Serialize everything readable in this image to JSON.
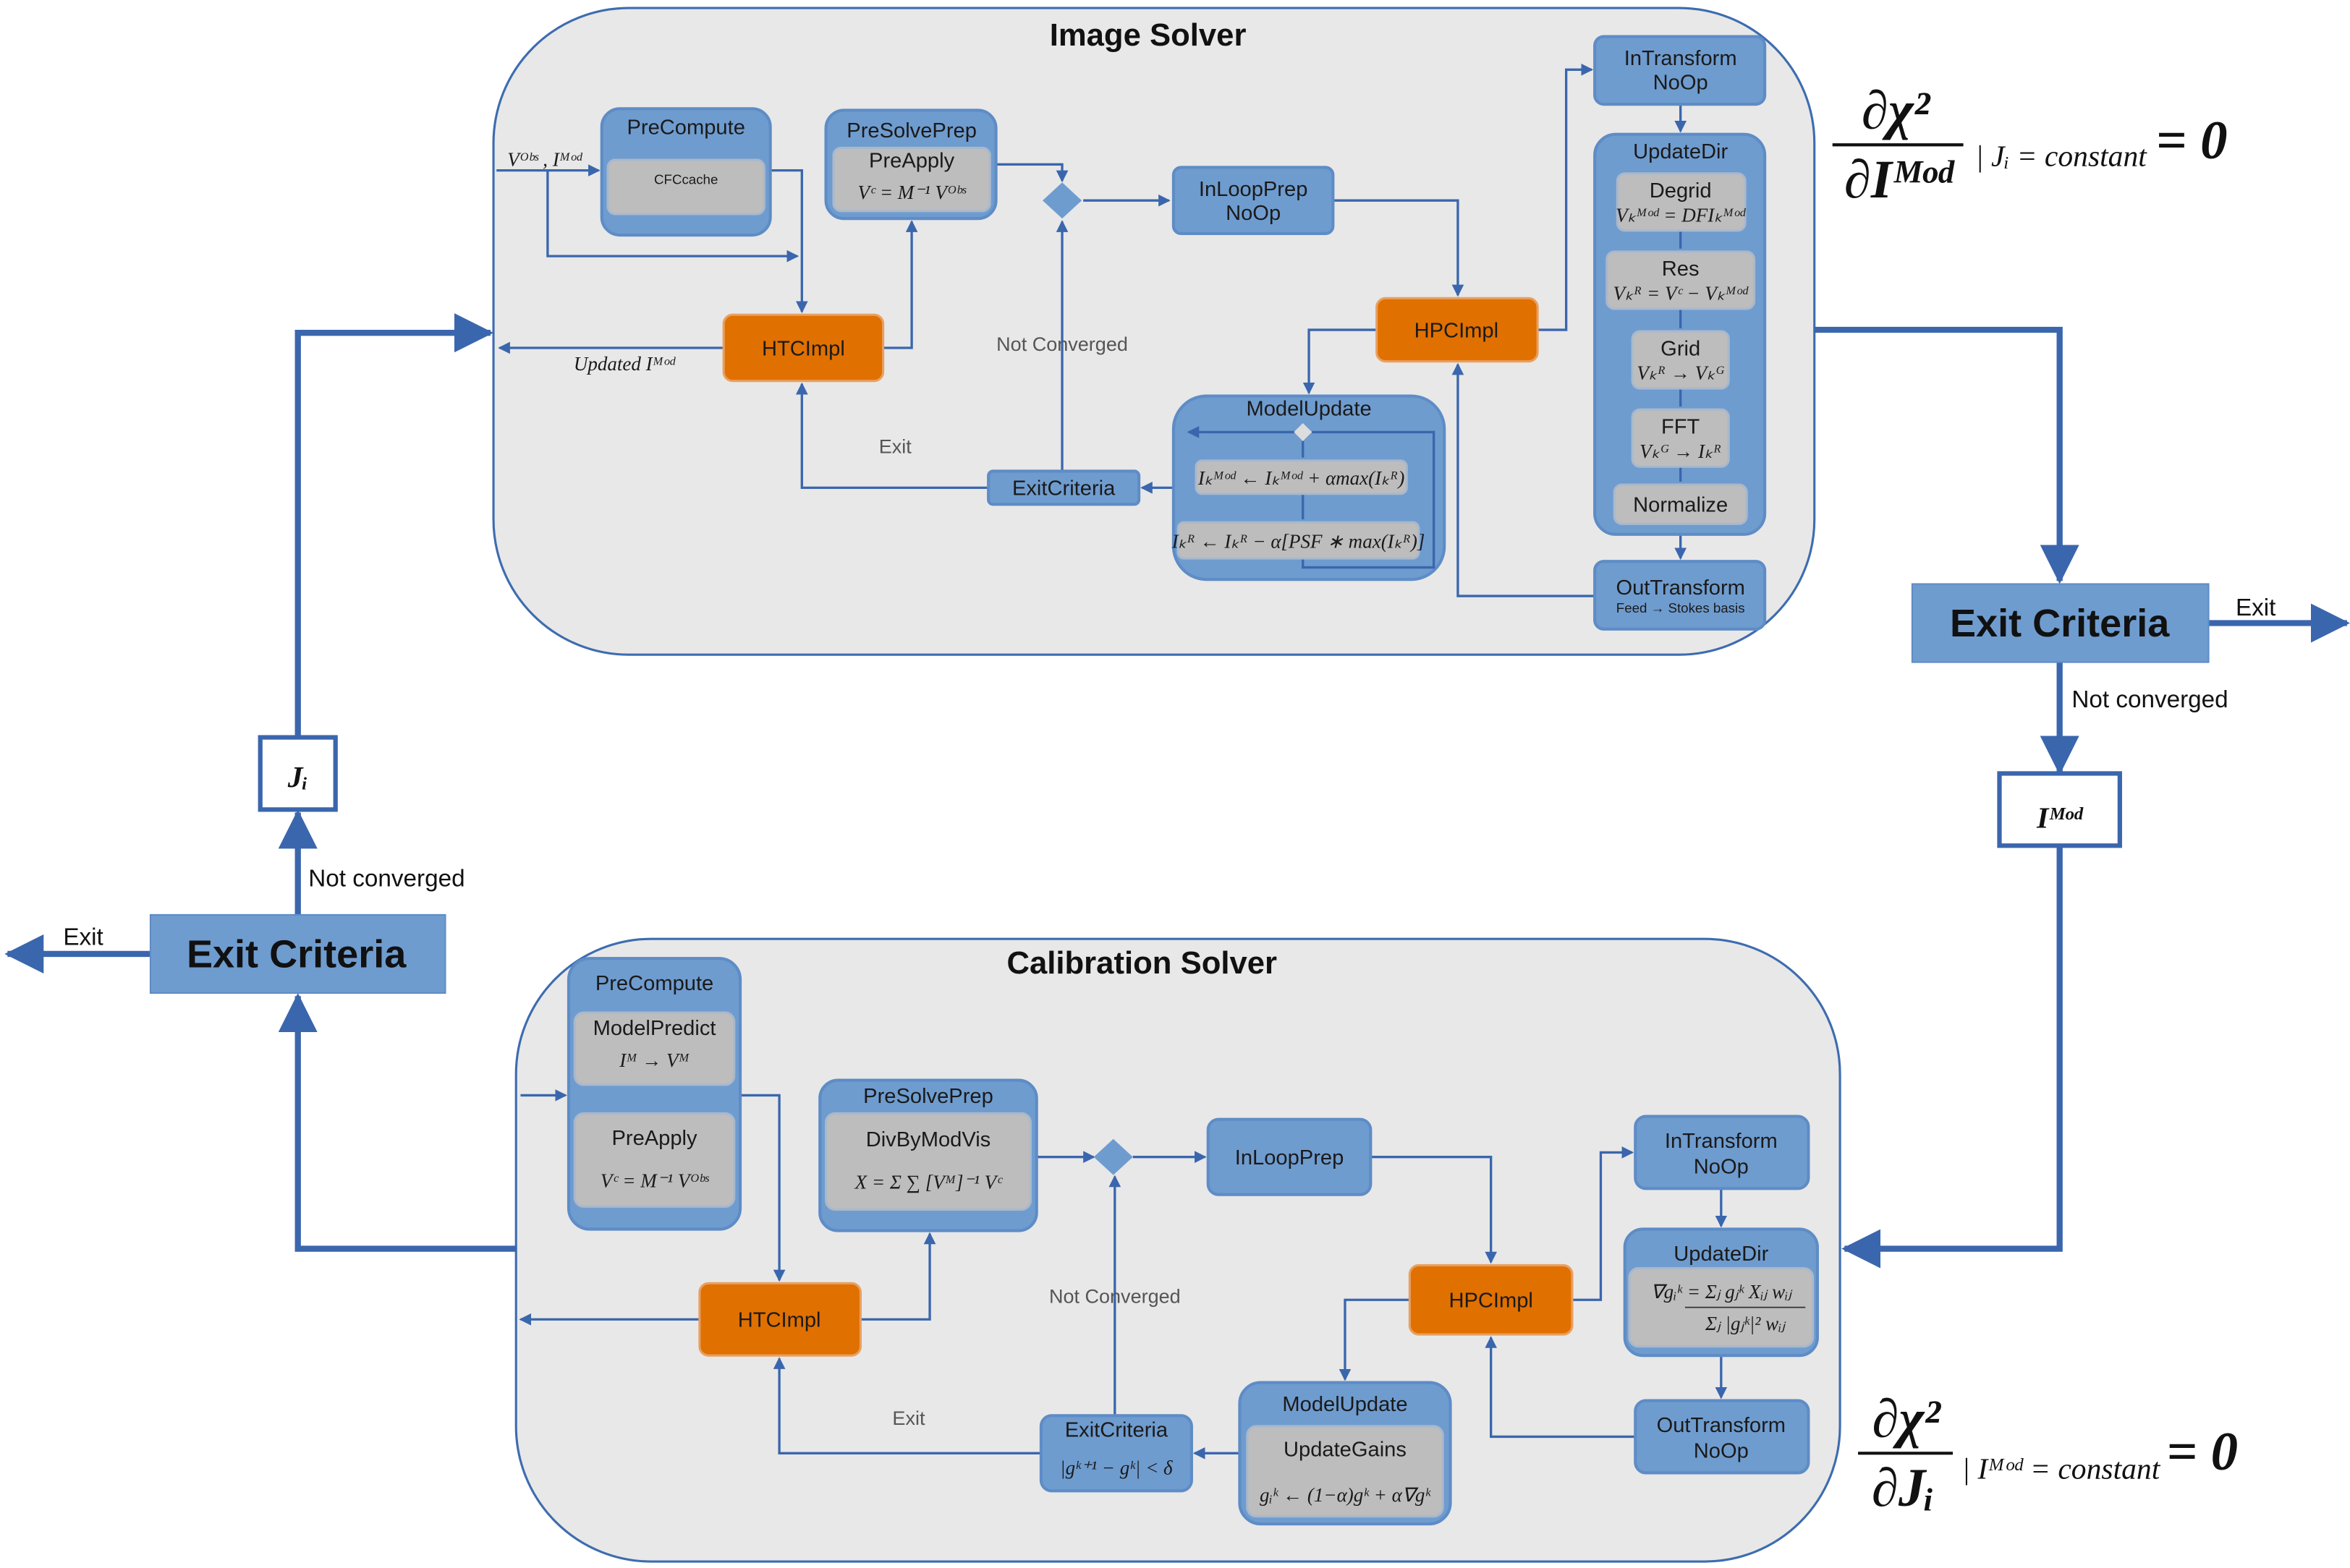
{
  "colors": {
    "panel": "#e8e8e8",
    "box_blue": "#6f9ccf",
    "box_gray": "#bdbdbd",
    "box_orange": "#e07000",
    "arrow": "#3a66ad"
  },
  "image_solver": {
    "title": "Image Solver",
    "input_label": "Vᴼᵇˢ , Iᴹᵒᵈ",
    "output_label": "Updated Iᴹᵒᵈ",
    "precompute": {
      "title": "PreCompute",
      "inner": "CFCcache"
    },
    "presolveprep": {
      "title": "PreSolvePrep",
      "inner": "PreApply",
      "formula": "Vᶜ = M⁻¹ Vᴼᵇˢ"
    },
    "inloopprep": {
      "title": "InLoopPrep",
      "sub": "NoOp"
    },
    "intransform": {
      "title": "InTransform",
      "sub": "NoOp"
    },
    "updatedir": {
      "title": "UpdateDir",
      "steps": [
        {
          "title": "Degrid",
          "formula": "Vₖᴹᵒᵈ = DFIₖᴹᵒᵈ"
        },
        {
          "title": "Res",
          "formula": "Vₖᴿ = Vᶜ − Vₖᴹᵒᵈ"
        },
        {
          "title": "Grid",
          "formula": "Vₖᴿ → Vₖᴳ"
        },
        {
          "title": "FFT",
          "formula": "Vₖᴳ → Iₖᴿ"
        },
        {
          "title": "Normalize"
        }
      ]
    },
    "outtransform": {
      "title": "OutTransform",
      "sub": "Feed → Stokes basis"
    },
    "hpcimpl": "HPCImpl",
    "htcimpl": "HTCImpl",
    "modelupdate": {
      "title": "ModelUpdate",
      "eq1": "Iₖᴹᵒᵈ ← Iₖᴹᵒᵈ + αmax(Iₖᴿ)",
      "eq2": "Iₖᴿ ← Iₖᴿ − α[PSF ∗ max(Iₖᴿ)]"
    },
    "exitcriteria": "ExitCriteria",
    "not_converged": "Not Converged",
    "exit": "Exit"
  },
  "calibration_solver": {
    "title": "Calibration Solver",
    "precompute": {
      "title": "PreCompute",
      "inner1": "ModelPredict",
      "formula1": "Iᴹ → Vᴹ",
      "inner2": "PreApply",
      "formula2": "Vᶜ = M⁻¹ Vᴼᵇˢ"
    },
    "presolveprep": {
      "title": "PreSolvePrep",
      "inner": "DivByModVis",
      "formula": "X = Σ ∑ [Vᴹ]⁻¹ Vᶜ"
    },
    "inloopprep": "InLoopPrep",
    "intransform": {
      "title": "InTransform",
      "sub": "NoOp"
    },
    "updatedir": {
      "title": "UpdateDir",
      "formula_num": "∇gᵢᵏ = Σⱼ gⱼᵏ Xᵢⱼ wᵢⱼ",
      "formula_den": "Σⱼ |gⱼᵏ|² wᵢⱼ"
    },
    "outtransform": {
      "title": "OutTransform",
      "sub": "NoOp"
    },
    "hpcimpl": "HPCImpl",
    "htcimpl": "HTCImpl",
    "modelupdate": {
      "title": "ModelUpdate",
      "inner": "UpdateGains",
      "formula": "gᵢᵏ ← (1−α)gᵏ + α∇gᵏ"
    },
    "exitcriteria": {
      "title": "ExitCriteria",
      "formula": "|gᵏ⁺¹ − gᵏ| < δ"
    },
    "not_converged": "Not Converged",
    "exit": "Exit"
  },
  "outer": {
    "right_exit": {
      "title": "Exit Criteria",
      "exit": "Exit",
      "not_converged": "Not converged",
      "var": "Iᴹᵒᵈ"
    },
    "left_exit": {
      "title": "Exit Criteria",
      "exit": "Exit",
      "not_converged": "Not converged",
      "var": "Jᵢ"
    },
    "eq_top": {
      "num": "∂χ²",
      "den": "∂Iᴹᵒᵈ",
      "cond": "| Jᵢ = constant",
      "rhs": "= 0"
    },
    "eq_bottom": {
      "num": "∂χ²",
      "den": "∂Jᵢ",
      "cond": "| Iᴹᵒᵈ = constant",
      "rhs": "= 0"
    }
  }
}
